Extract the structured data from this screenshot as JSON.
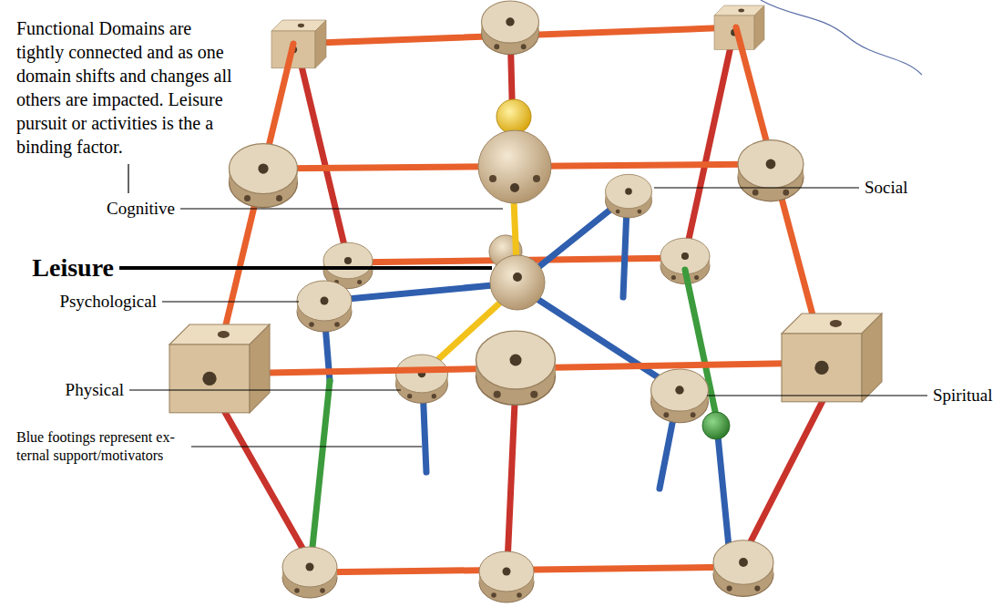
{
  "diagram": {
    "labels": [
      "Functional Domains are tightly connected and as one domain shifts and changes all others are impacted. Leisure pursuit or activities is the a binding factor.",
      "Cognitive",
      "Social",
      "Leisure",
      "Psychological",
      "Physical",
      "Spiritual",
      "Blue footings represent ex- ternal support/motivators"
    ]
  }
}
